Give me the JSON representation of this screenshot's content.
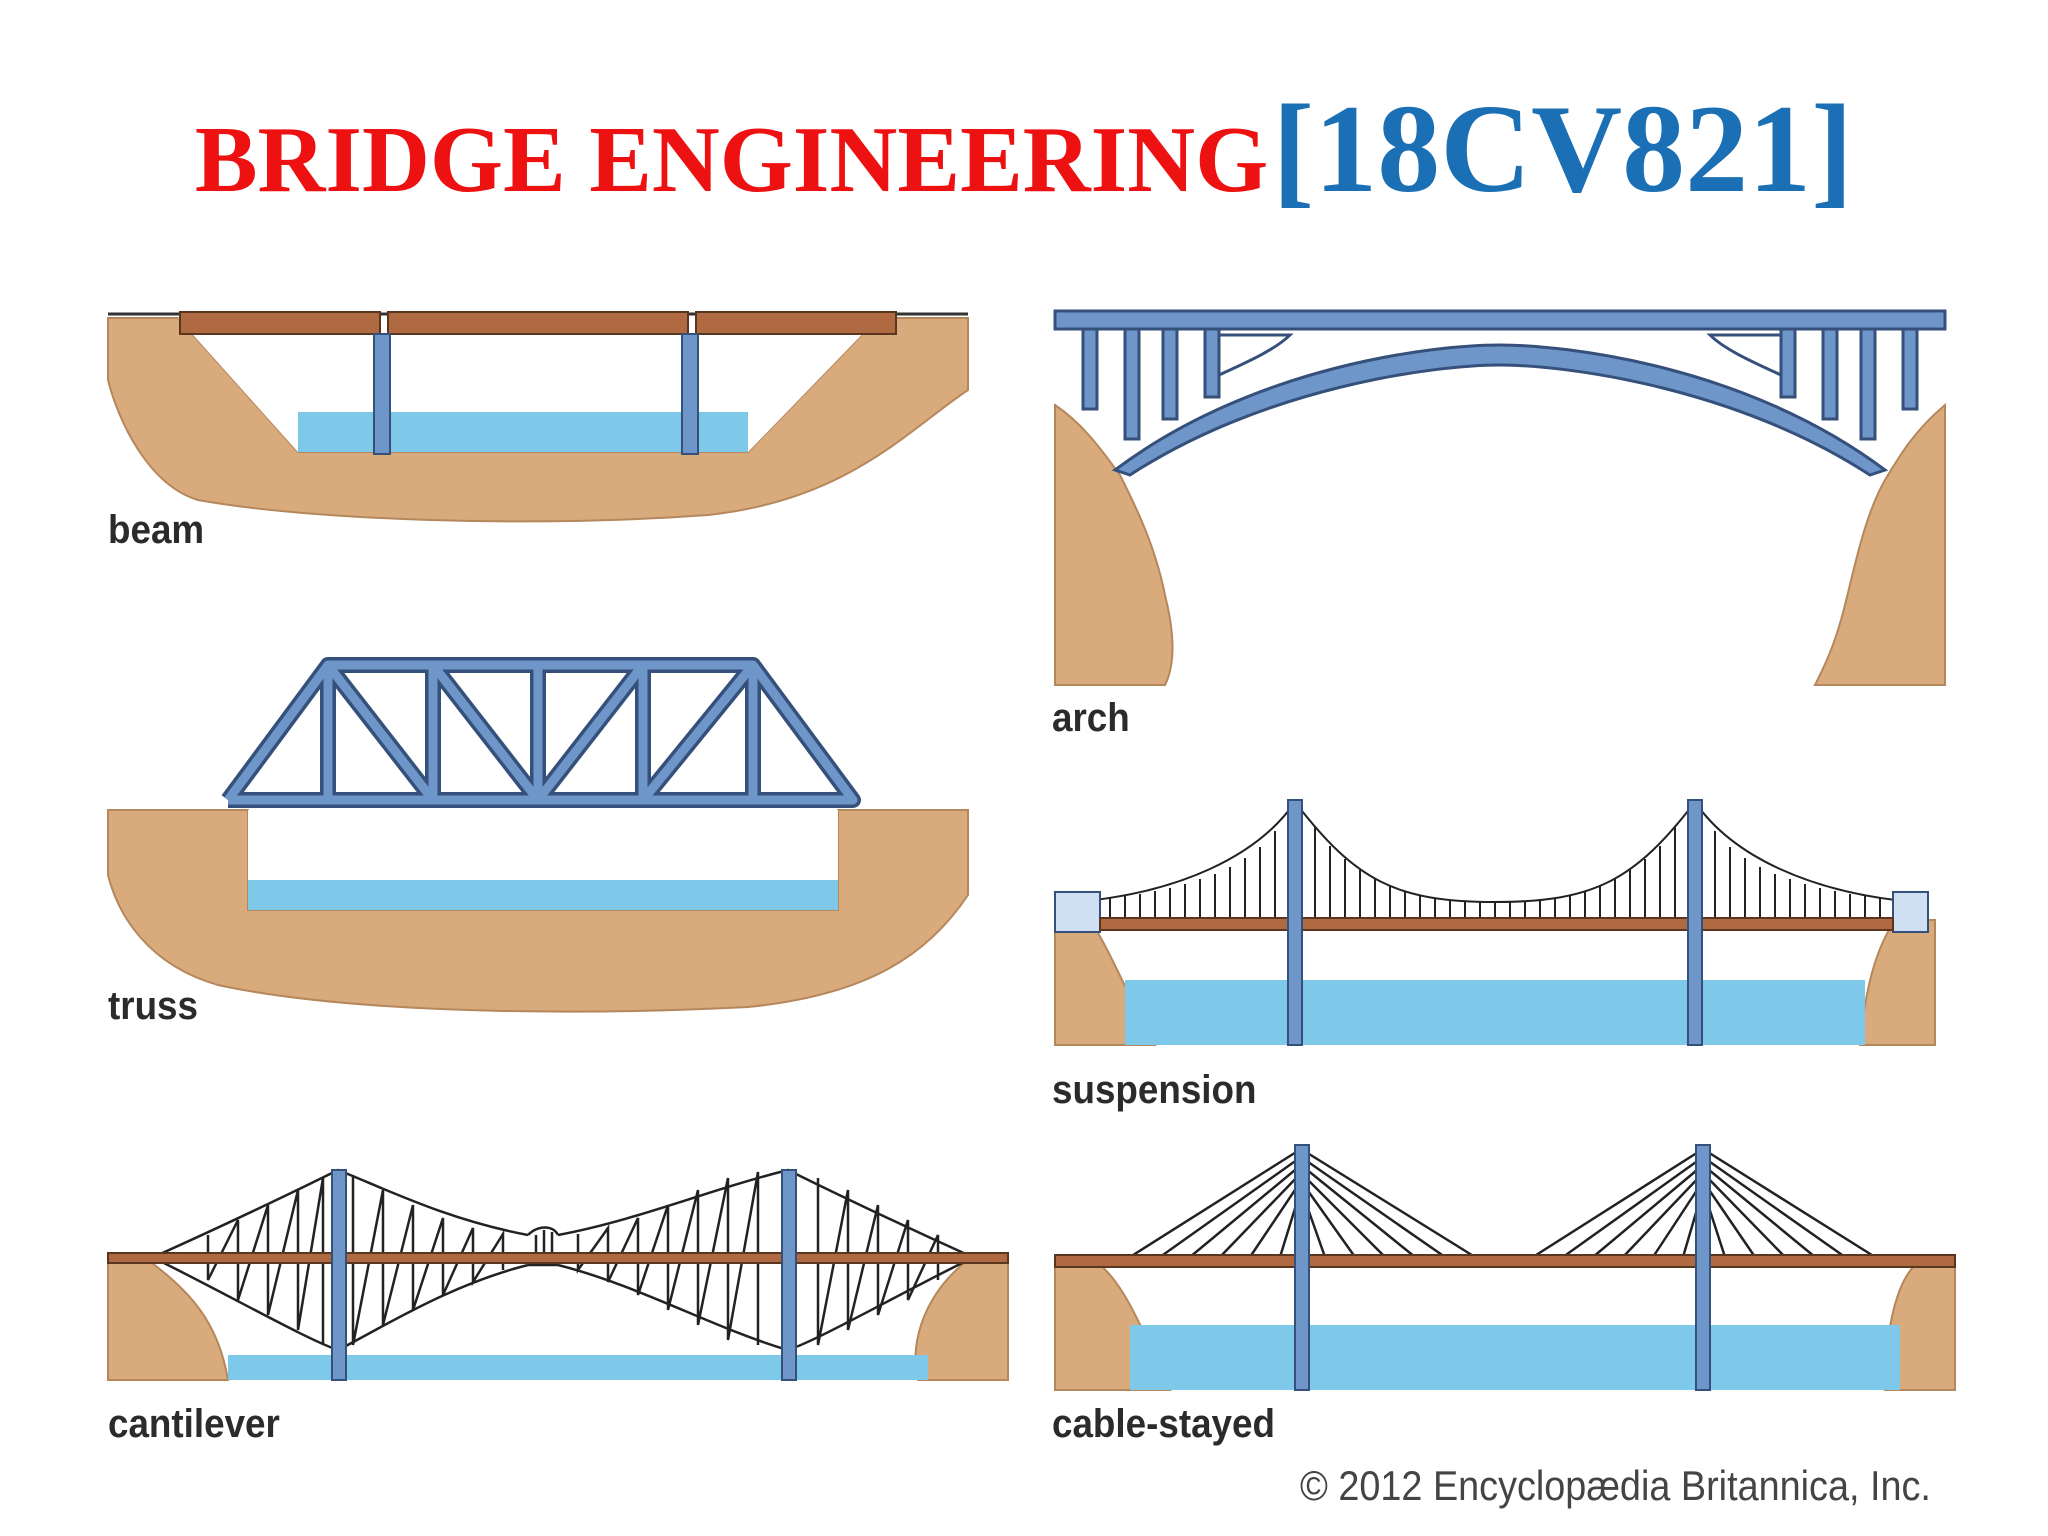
{
  "title": {
    "main": "BRIDGE ENGINEERING",
    "code": "[18CV821]",
    "main_color": "#ee1111",
    "code_color": "#1a6fb5"
  },
  "bridge_types": {
    "beam": "beam",
    "truss": "truss",
    "cantilever": "cantilever",
    "arch": "arch",
    "suspension": "suspension",
    "cable_stayed": "cable-stayed"
  },
  "colors": {
    "steel": "#6e96c8",
    "steel_outline": "#35507a",
    "earth": "#d8aa7c",
    "water": "#7ec8ea",
    "deck": "#b06a42"
  },
  "credit": "© 2012 Encyclopædia Britannica, Inc."
}
